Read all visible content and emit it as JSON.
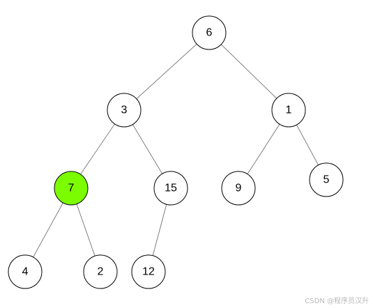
{
  "tree": {
    "nodes": [
      {
        "id": "n6",
        "label": "6",
        "fill": "#ffffff"
      },
      {
        "id": "n3",
        "label": "3",
        "fill": "#ffffff"
      },
      {
        "id": "n1",
        "label": "1",
        "fill": "#ffffff"
      },
      {
        "id": "n7",
        "label": "7",
        "fill": "#7cfc00"
      },
      {
        "id": "n15",
        "label": "15",
        "fill": "#ffffff"
      },
      {
        "id": "n9",
        "label": "9",
        "fill": "#ffffff"
      },
      {
        "id": "n5",
        "label": "5",
        "fill": "#ffffff"
      },
      {
        "id": "n4",
        "label": "4",
        "fill": "#ffffff"
      },
      {
        "id": "n2",
        "label": "2",
        "fill": "#ffffff"
      },
      {
        "id": "n12",
        "label": "12",
        "fill": "#ffffff"
      }
    ],
    "edges": [
      [
        "n6",
        "n3"
      ],
      [
        "n6",
        "n1"
      ],
      [
        "n3",
        "n7"
      ],
      [
        "n3",
        "n15"
      ],
      [
        "n1",
        "n9"
      ],
      [
        "n1",
        "n5"
      ],
      [
        "n7",
        "n4"
      ],
      [
        "n7",
        "n2"
      ],
      [
        "n15",
        "n12"
      ]
    ],
    "highlight_color": "#7cfc00"
  },
  "watermark": {
    "text": "CSDN @程序员汉升"
  }
}
